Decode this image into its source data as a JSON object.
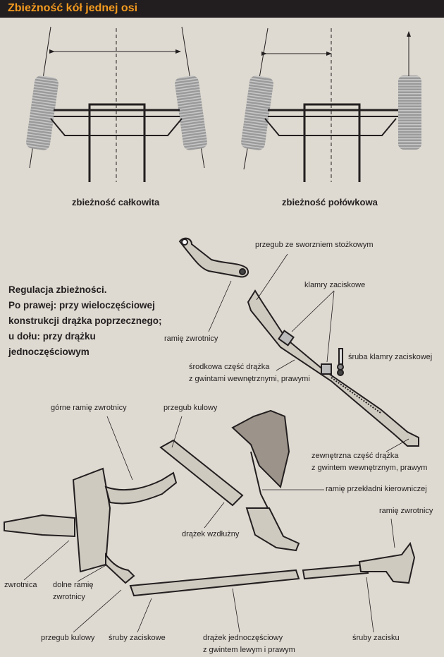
{
  "header": {
    "title": "Zbieżność kół jednej osi"
  },
  "top_diagram": {
    "left_caption": "zbieżność całkowita",
    "right_caption": "zbieżność połówkowa"
  },
  "description": {
    "lines": [
      "Regulacja zbieżności.",
      "Po prawej: przy wieloczęściowej",
      "konstrukcji drążka poprzecznego;",
      "u dołu: przy drążku",
      "jednoczęściowym"
    ]
  },
  "labels": {
    "przegub_stozkowy": "przegub ze sworzniem stożkowym",
    "klamry": "klamry zaciskowe",
    "ramie_zwrotnicy_1": "ramię zwrotnicy",
    "sruba_klamry": "śruba klamry zaciskowej",
    "srodkowa_1": "środkowa część drążka",
    "srodkowa_2": "z gwintami wewnętrznymi, prawymi",
    "gorne_ramie": "górne ramię zwrotnicy",
    "przegub_kulowy_1": "przegub kulowy",
    "zewnetrzna_1": "zewnętrzna część drążka",
    "zewnetrzna_2": "z gwintem wewnętrznym, prawym",
    "ramie_przekladni": "ramię przekładni kierowniczej",
    "ramie_zwrotnicy_2": "ramię zwrotnicy",
    "drazek_wzdluzny": "drążek wzdłużny",
    "zwrotnica": "zwrotnica",
    "dolne_ramie_1": "dolne ramię",
    "dolne_ramie_2": "zwrotnicy",
    "przegub_kulowy_2": "przegub kulowy",
    "sruby_zaciskowe": "śruby zaciskowe",
    "drazek_jedno_1": "drążek jednoczęściowy",
    "drazek_jedno_2": "z gwintem lewym i prawym",
    "sruby_zacisku": "śruby zacisku"
  },
  "colors": {
    "header_bg": "#221e1f",
    "header_text": "#f39a1f",
    "background": "#dedad1"
  }
}
